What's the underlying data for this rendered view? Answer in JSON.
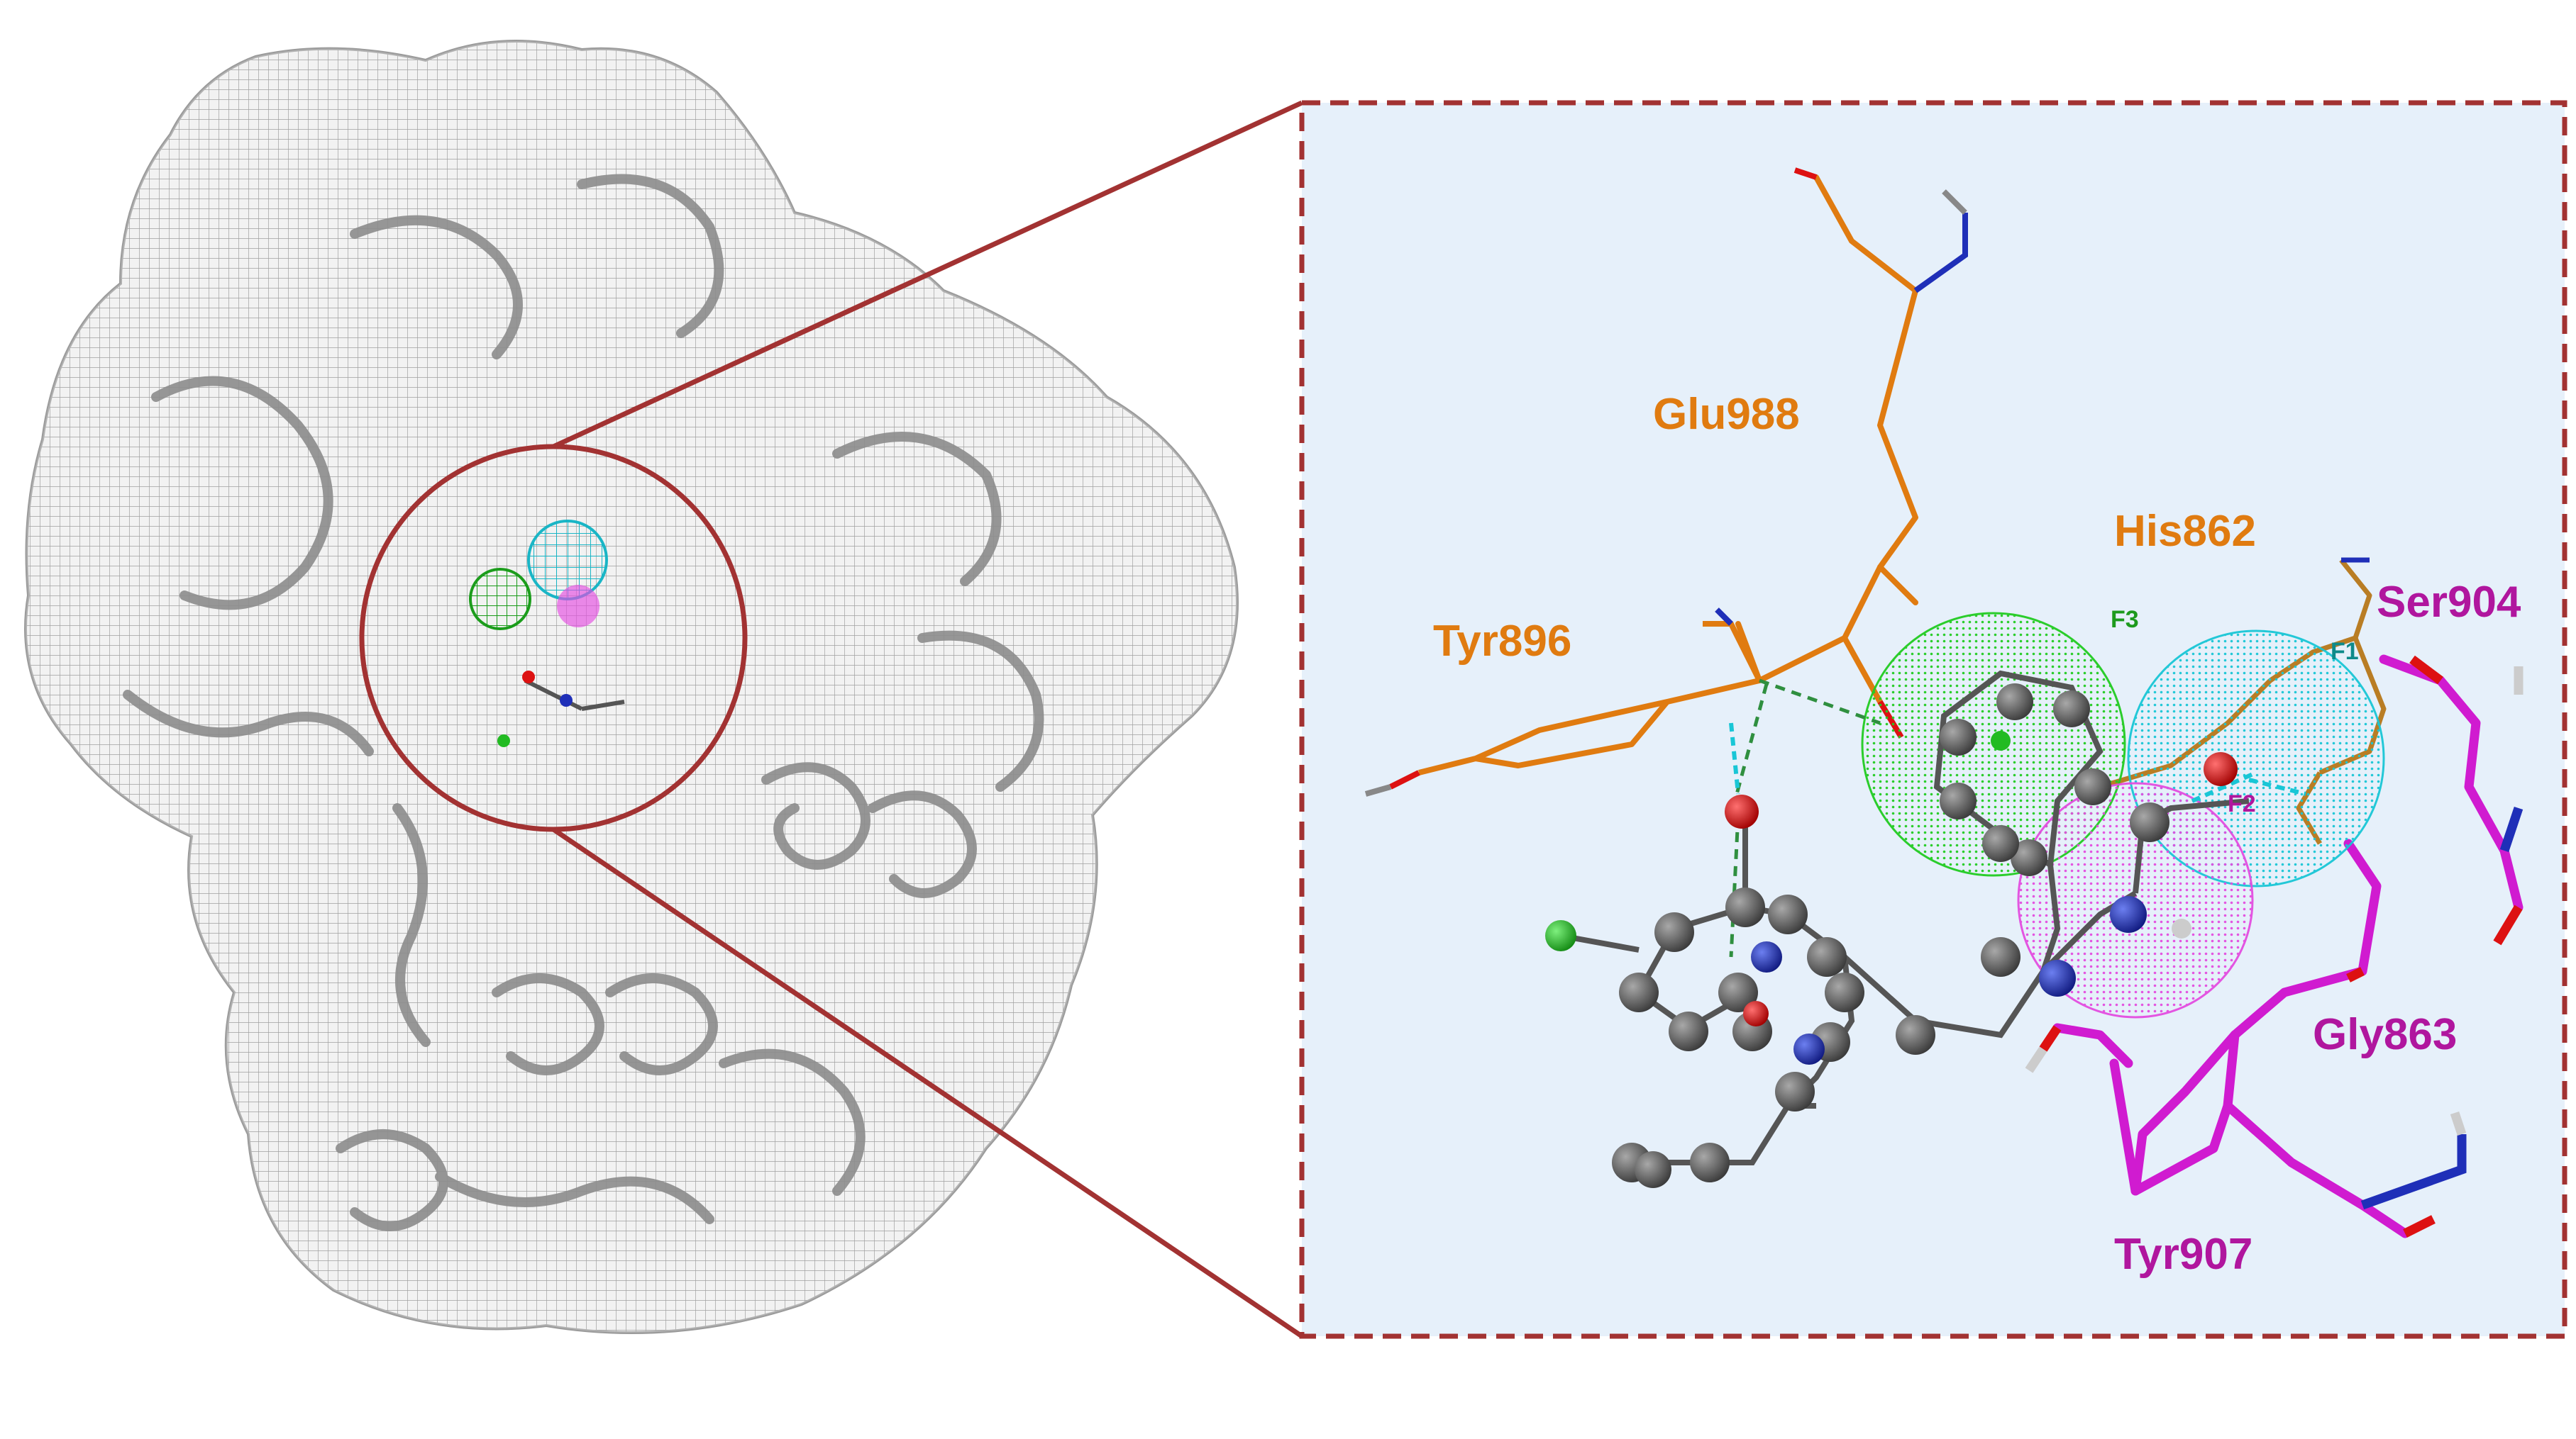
{
  "residues": {
    "glu988": "Glu988",
    "his862": "His862",
    "tyr896": "Tyr896",
    "ser904": "Ser904",
    "gly863": "Gly863",
    "tyr907": "Tyr907"
  },
  "features": {
    "f1": "F1",
    "f2": "F2",
    "f3": "F3"
  },
  "colors": {
    "orange_residue": "#e07b10",
    "magenta_residue": "#b0169e",
    "zoom_box_bg": "#e6f0fa",
    "zoom_border": "#a23232",
    "hydrophobic_sphere": "#22cc22",
    "donor_sphere": "#19c6d6",
    "acceptor_sphere": "#e34de0",
    "ligand_carbon": "#555555",
    "nitrogen": "#1f2fb8",
    "oxygen": "#dd1111",
    "chlorine": "#22bb22"
  }
}
